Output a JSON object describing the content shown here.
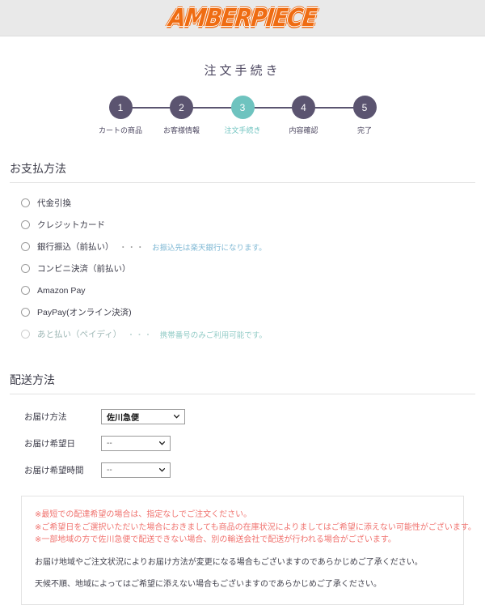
{
  "header": {
    "logo_text": "AMBERPIECE",
    "background_color": "#e9e9e9",
    "logo_color": "#ef6c12"
  },
  "page": {
    "title": "注文手続き"
  },
  "steps": {
    "active_index": 3,
    "active_color": "#6ec3bf",
    "inactive_color": "#5b5470",
    "items": [
      {
        "number": "1",
        "label": "カートの商品"
      },
      {
        "number": "2",
        "label": "お客様情報"
      },
      {
        "number": "3",
        "label": "注文手続き"
      },
      {
        "number": "4",
        "label": "内容確認"
      },
      {
        "number": "5",
        "label": "完了"
      }
    ]
  },
  "payment": {
    "heading": "お支払方法",
    "options": [
      {
        "label": "代金引換",
        "note": "",
        "dots": "",
        "disabled": false
      },
      {
        "label": "クレジットカード",
        "note": "",
        "dots": "",
        "disabled": false
      },
      {
        "label": "銀行振込（前払い）",
        "note": "お振込先は楽天銀行になります。",
        "dots": "・・・",
        "disabled": false
      },
      {
        "label": "コンビニ決済（前払い）",
        "note": "",
        "dots": "",
        "disabled": false
      },
      {
        "label": "Amazon Pay",
        "note": "",
        "dots": "",
        "disabled": false
      },
      {
        "label": "PayPay(オンライン決済)",
        "note": "",
        "dots": "",
        "disabled": false
      },
      {
        "label": "あと払い（ペイディ）",
        "note": "携帯番号のみご利用可能です。",
        "dots": "・・・",
        "disabled": true
      }
    ]
  },
  "shipping": {
    "heading": "配送方法",
    "fields": [
      {
        "label": "お届け方法",
        "value": "佐川急便",
        "is_placeholder": false
      },
      {
        "label": "お届け希望日",
        "value": "--",
        "is_placeholder": true
      },
      {
        "label": "お届け希望時間",
        "value": "--",
        "is_placeholder": true
      }
    ]
  },
  "notice": {
    "warnings": [
      "※最短での配達希望の場合は、指定なしでご注文ください。",
      "※ご希望日をご選択いただいた場合におきましても商品の在庫状況によりましてはご希望に添えない可能性がございます。",
      "※一部地域の方で佐川急便で配送できない場合、別の輸送会社で配送が行われる場合がございます。"
    ],
    "paragraphs": [
      "お届け地域やご注文状況によりお届け方法が変更になる場合もございますのであらかじめご了承ください。",
      "天候不順、地域によってはご希望に添えない場合もございますのであらかじめご了承ください。"
    ],
    "warning_color": "#f0736f"
  }
}
